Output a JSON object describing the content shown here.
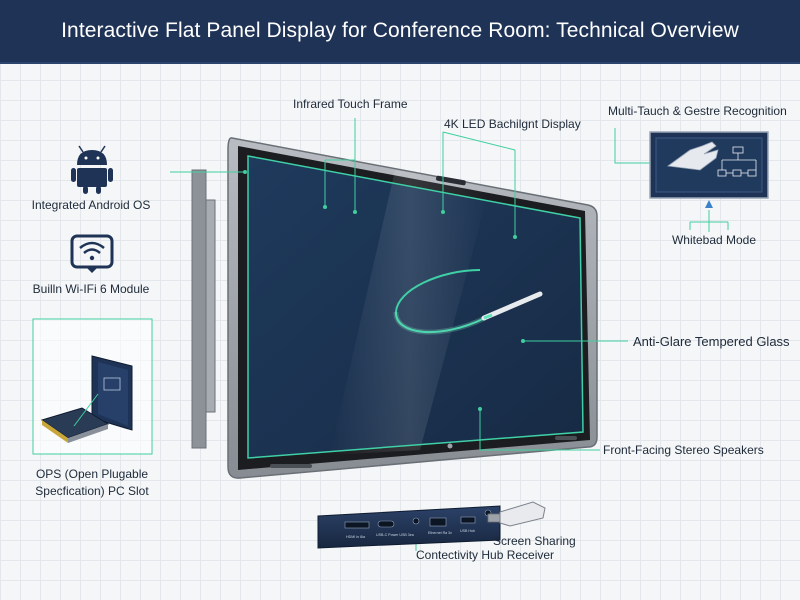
{
  "title": "Interactive Flat Panel Display for Conference Room: Technical Overview",
  "labels": {
    "infrared_touch_frame": "Infrared Touch Frame",
    "led_display": "4K LED Bachilgnt Display",
    "multitouch": "Multi-Tauch & Gestre Recognition",
    "whiteboard_mode": "Whitebad Mode",
    "android_os": "Integrated Android OS",
    "wifi_module": "Builln Wi-IFi 6 Module",
    "ops_slot_line1": "OPS (Open Plugable",
    "ops_slot_line2": "Specfication) PC Slot",
    "anti_glare": "Anti-Glare Tempered Glass",
    "speakers": "Front-Facing Stereo Speakers",
    "screen_sharing": "Screen Sharing",
    "hub_receiver": "Contectivity Hub Receiver"
  },
  "hub_ports": [
    "HDMI In 8ia",
    "USB-C Power USB 3ea",
    "Ethernet Ra 3x",
    "USB Hub"
  ],
  "colors": {
    "header_bg": "#1f3356",
    "screen": "#1c3553",
    "accent_green": "#3fd0a6",
    "bezel": "#1b1d21",
    "frame": "#9ea3aa",
    "callout_line": "#3fcf9f"
  },
  "icons": [
    "android-icon",
    "wifi-tablet-icon",
    "whiteboard-hand-icon",
    "stylus-icon"
  ]
}
